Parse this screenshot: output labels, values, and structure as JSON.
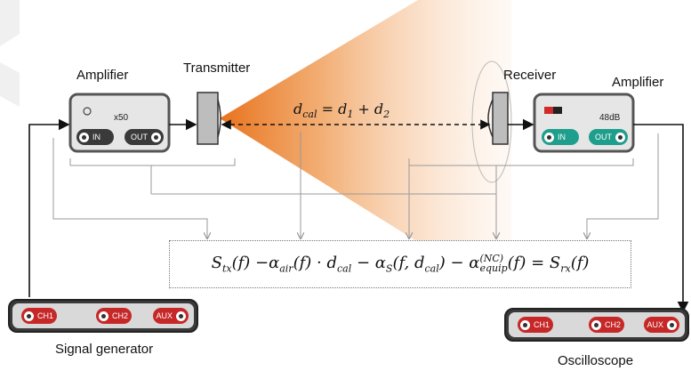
{
  "labels": {
    "amplifier_left": "Amplifier",
    "transmitter": "Transmitter",
    "receiver": "Receiver",
    "amplifier_right": "Amplifier",
    "signal_generator": "Signal generator",
    "oscilloscope": "Oscilloscope"
  },
  "amp_left": {
    "gain": "x50",
    "in": "IN",
    "out": "OUT"
  },
  "amp_right": {
    "gain": "48dB",
    "in": "IN",
    "out": "OUT"
  },
  "signal_generator_ports": [
    "CH1",
    "CH2",
    "AUX"
  ],
  "oscilloscope_ports": [
    "CH1",
    "CH2",
    "AUX"
  ],
  "distance": {
    "lhs": "d",
    "lhs_sub": "cal",
    "rhs": "= d",
    "r1": "1",
    "plus": " + d",
    "r2": "2"
  },
  "equation": {
    "s_tx": "S",
    "s_tx_sub": "tx",
    "s_tx_arg": "(f) −α",
    "air_sub": "air",
    "air_arg": "(f) · d",
    "dcal_sub": "cal",
    "minus_as": " − α",
    "s_sub": "S",
    "as_arg": "(f, d",
    "as_cal": "cal",
    "as_close": ") − α",
    "equip_sup": "(NC)",
    "equip_sub": "equip",
    "equip_arg": "(f) = S",
    "rx_sub": "rx",
    "rx_arg": "(f)"
  },
  "colors": {
    "beam": "#e8721c",
    "teal": "#1e9e8c",
    "dark": "#3a3a3a",
    "red": "#d12a2a",
    "panel": "#e6e6e6"
  }
}
